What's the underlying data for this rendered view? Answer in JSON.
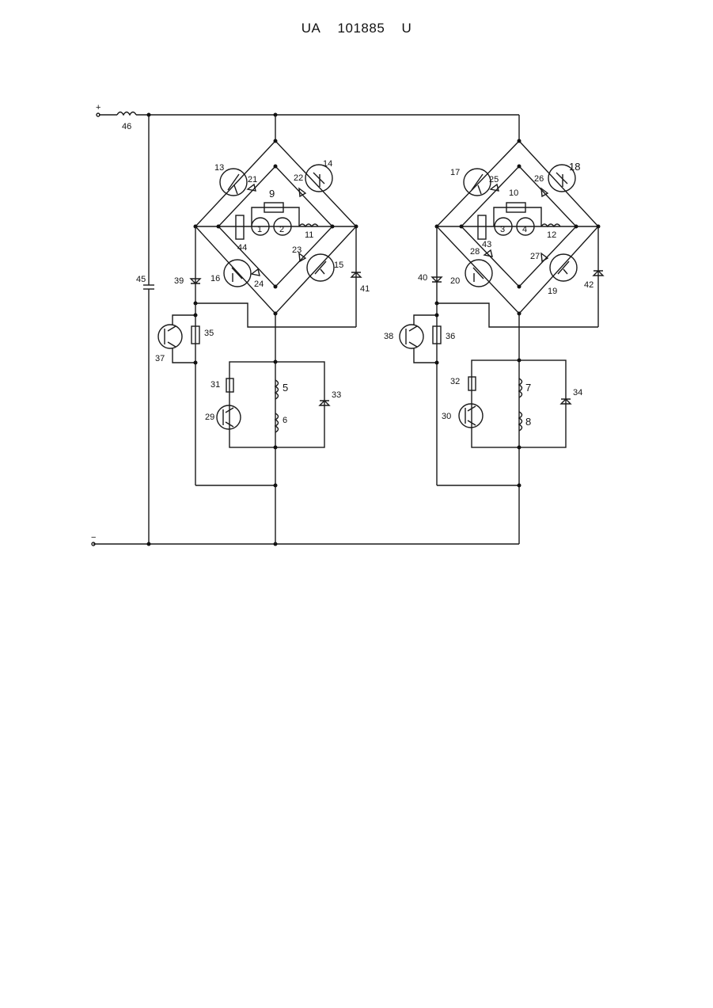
{
  "header": {
    "office": "UA",
    "number": "101885",
    "kind": "U"
  },
  "terminals": {
    "plus": "+",
    "minus": "−"
  },
  "labels": {
    "l1": "1",
    "l2": "2",
    "l3": "3",
    "l4": "4",
    "l5": "5",
    "l6": "6",
    "l7": "7",
    "l8": "8",
    "l9": "9",
    "l10": "10",
    "l11": "11",
    "l12": "12",
    "l13": "13",
    "l14": "14",
    "l15": "15",
    "l16": "16",
    "l17": "17",
    "l18": "18",
    "l19": "19",
    "l20": "20",
    "l21": "21",
    "l22": "22",
    "l23": "23",
    "l24": "24",
    "l25": "25",
    "l26": "26",
    "l27": "27",
    "l28": "28",
    "l29": "29",
    "l30": "30",
    "l31": "31",
    "l32": "32",
    "l33": "33",
    "l34": "34",
    "l35": "35",
    "l36": "36",
    "l37": "37",
    "l38": "38",
    "l39": "39",
    "l40": "40",
    "l41": "41",
    "l42": "42",
    "l43": "43",
    "l44": "44",
    "l45": "45",
    "l46": "46"
  }
}
